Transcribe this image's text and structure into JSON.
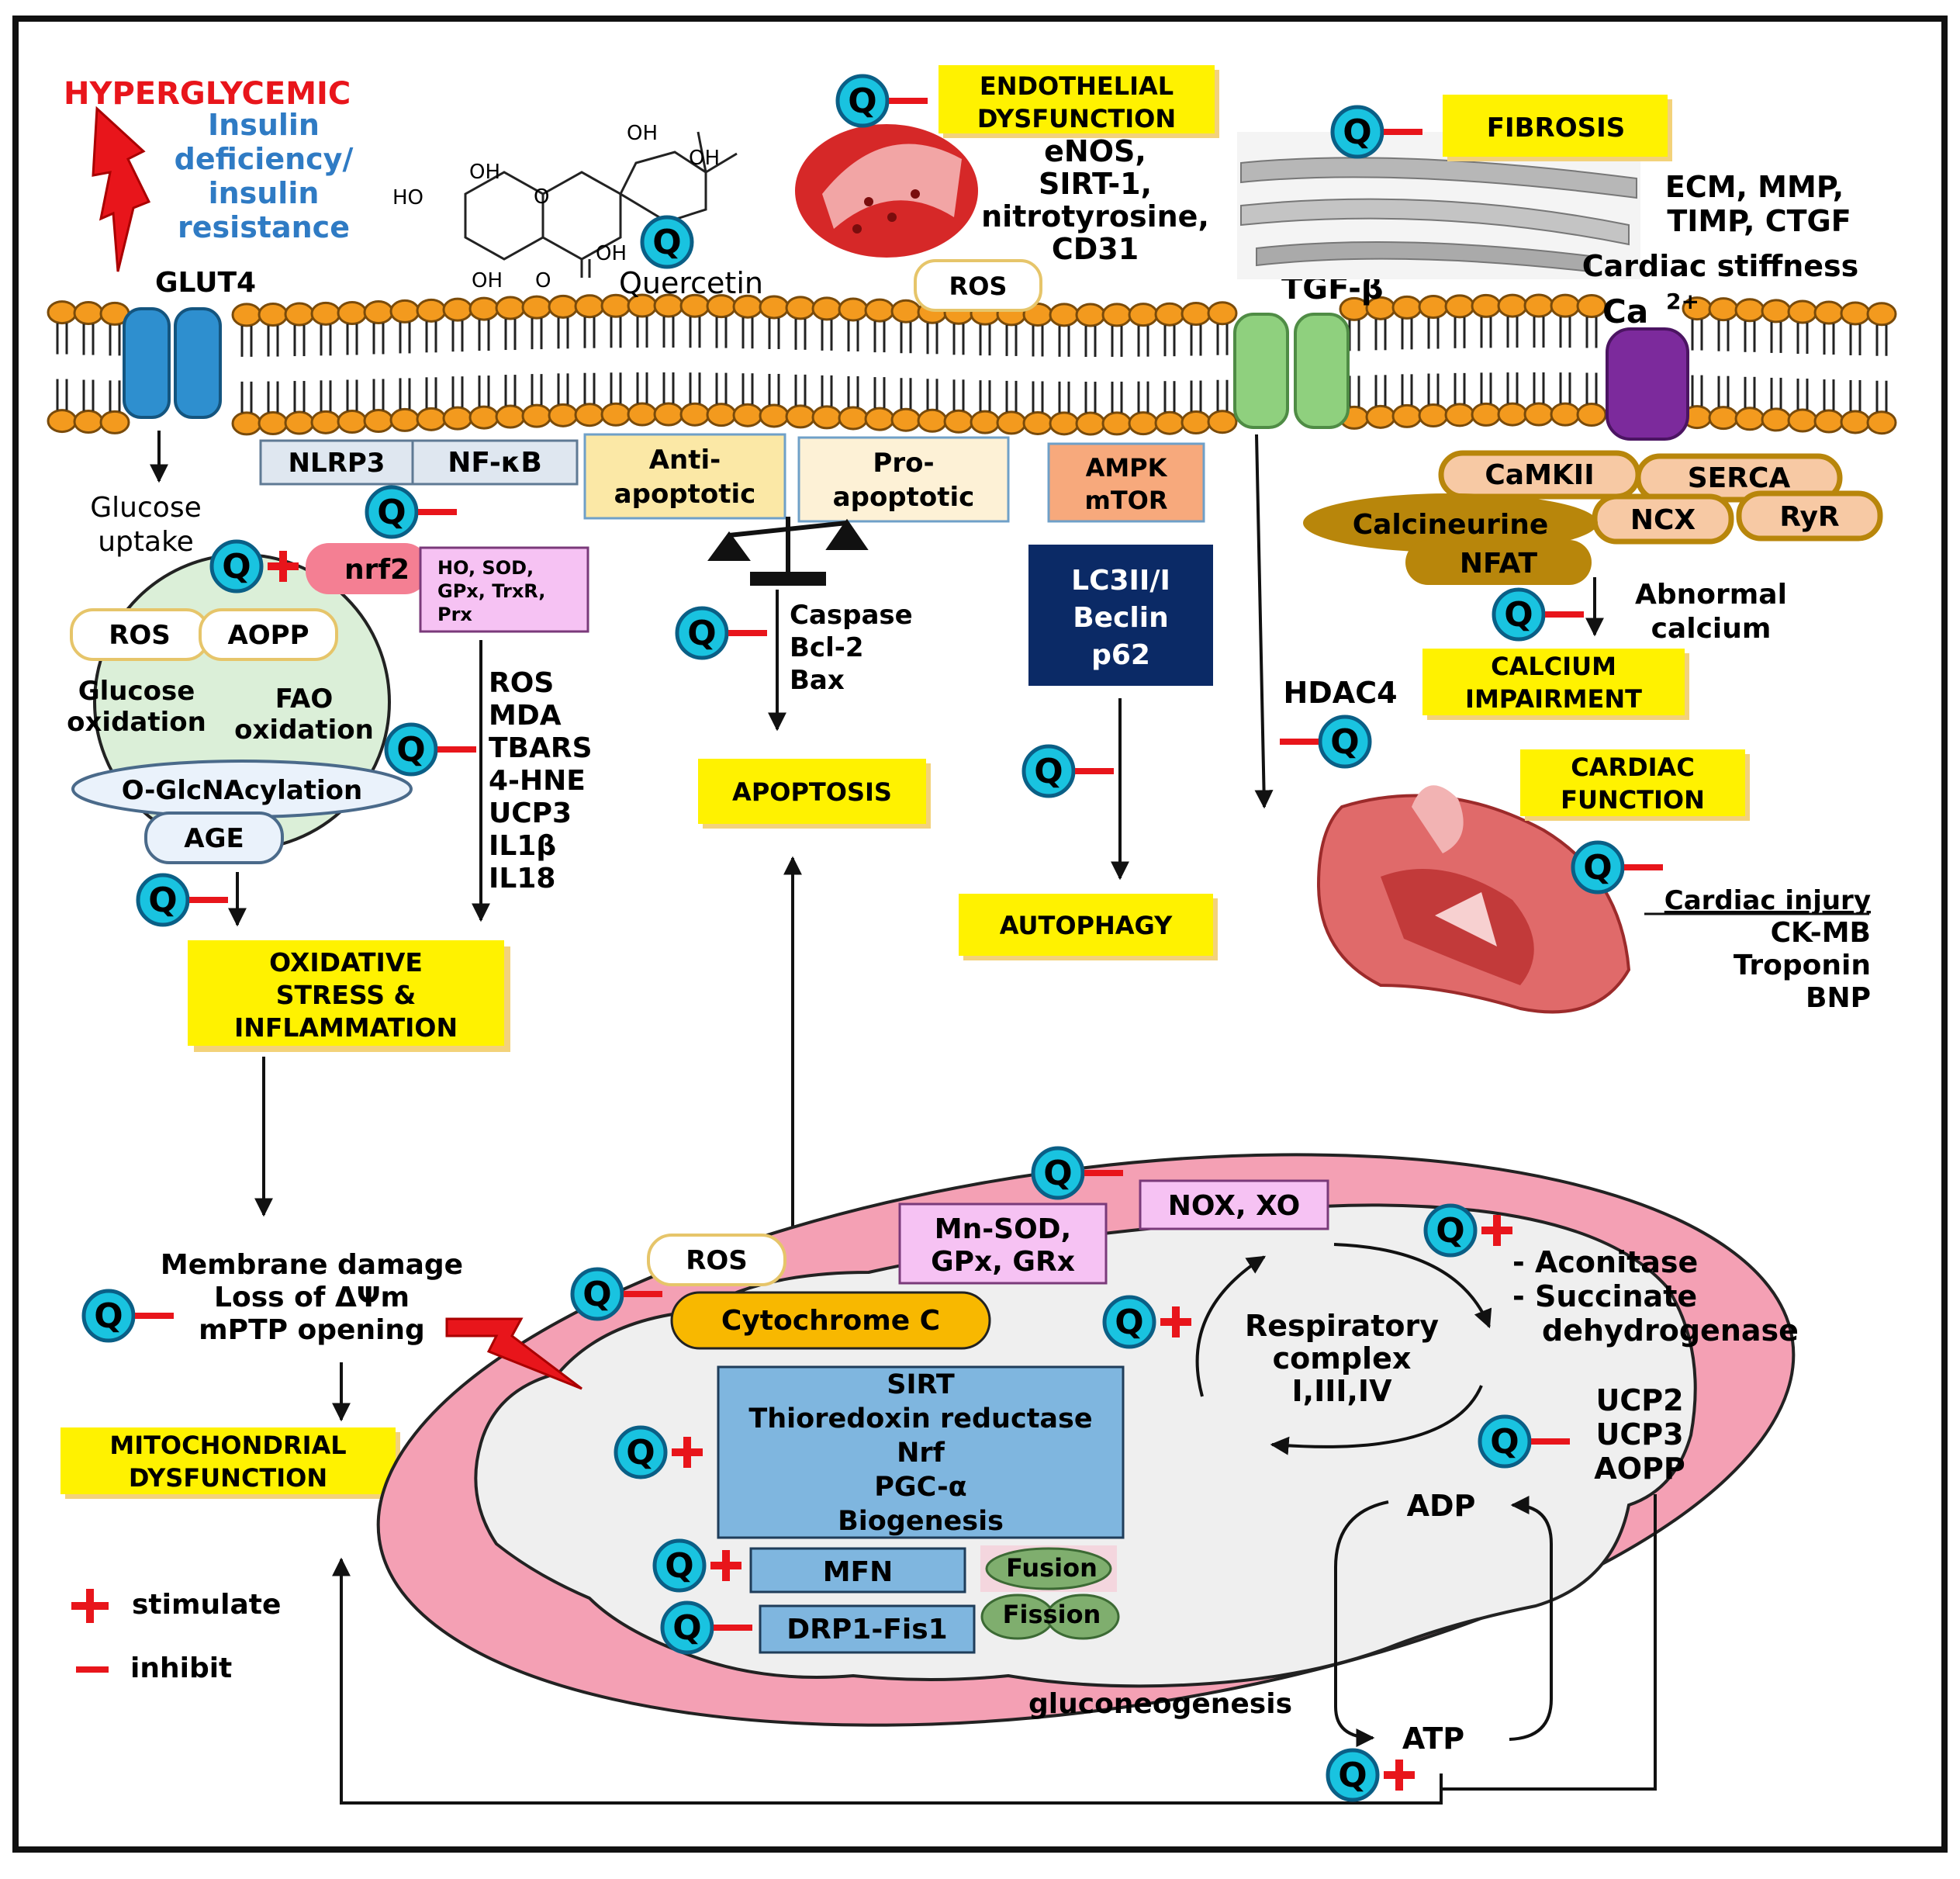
{
  "hyperglycemic": {
    "title": "HYPERGLYCEMIC",
    "lines": [
      "Insulin",
      "deficiency/",
      "insulin",
      "resistance"
    ]
  },
  "quercetin": {
    "name": "Quercetin",
    "atoms": {
      "oh1": "OH",
      "oh2": "OH",
      "oh3": "OH",
      "oh4": "OH",
      "oh5": "OH",
      "ho1": "HO",
      "o1": "O",
      "o2": "O"
    }
  },
  "membrane": {
    "glut4": "GLUT4",
    "tgf": "TGF-β",
    "ca": "Ca",
    "ca_sup": "2+",
    "ros_top": "ROS"
  },
  "endothelial": {
    "title_lines": [
      "ENDOTHELIAL",
      "DYSFUNCTION"
    ],
    "markers": [
      "eNOS,",
      "SIRT-1,",
      "nitrotyrosine,",
      "CD31"
    ]
  },
  "fibrosis": {
    "title": "FIBROSIS",
    "markers": [
      "ECM, MMP,",
      "TIMP, CTGF"
    ],
    "stiffness": "Cardiac stiffness"
  },
  "glucose": {
    "uptake_lines": [
      "Glucose",
      "uptake"
    ],
    "ros": "ROS",
    "aopp": "AOPP",
    "glucose_ox_lines": [
      "Glucose",
      "oxidation"
    ],
    "fao_lines": [
      "FAO",
      "oxidation"
    ],
    "oglc": "O-GlcNAcylation",
    "age": "AGE"
  },
  "inflammation": {
    "nlrp3": "NLRP3",
    "nfkb": "NF-κB",
    "nrf2": "nrf2",
    "antiox_lines": [
      "HO, SOD,",
      "GPx, TrxR,",
      "Prx"
    ],
    "markers": [
      "ROS",
      "MDA",
      "TBARS",
      "4-HNE",
      "UCP3",
      "IL1β",
      "IL18"
    ],
    "outcome_lines": [
      "OXIDATIVE",
      "STRESS &",
      "INFLAMMATION"
    ]
  },
  "apoptosis": {
    "anti_lines": [
      "Anti-",
      "apoptotic"
    ],
    "pro_lines": [
      "Pro-",
      "apoptotic"
    ],
    "markers": [
      "Caspase",
      "Bcl-2",
      "Bax"
    ],
    "outcome": "APOPTOSIS"
  },
  "autophagy": {
    "ampk_lines": [
      "AMPK",
      "mTOR"
    ],
    "lc3_lines": [
      "LC3II/I",
      "Beclin",
      "p62"
    ],
    "outcome": "AUTOPHAGY"
  },
  "calcium": {
    "camkii": "CaMKII",
    "serca": "SERCA",
    "calcineurine": "Calcineurine",
    "nfat": "NFAT",
    "ncx": "NCX",
    "ryr": "RyR",
    "abnormal_lines": [
      "Abnormal",
      "calcium"
    ],
    "outcome_lines": [
      "CALCIUM",
      "IMPAIRMENT"
    ],
    "hdac4": "HDAC4"
  },
  "cardiac": {
    "title_lines": [
      "CARDIAC",
      "FUNCTION"
    ],
    "injury_title": "Cardiac injury",
    "markers": [
      "CK-MB",
      "Troponin",
      "BNP"
    ]
  },
  "mitochondria": {
    "damage_lines": [
      "Membrane damage",
      "Loss of ΔΨm",
      "mPTP opening"
    ],
    "outcome_lines": [
      "MITOCHONDRIAL",
      "DYSFUNCTION"
    ],
    "ros": "ROS",
    "cytc": "Cytochrome C",
    "mnsod_lines": [
      "Mn-SOD,",
      "GPx, GRx"
    ],
    "nox": "NOX, XO",
    "tca_lines": [
      "- Aconitase",
      "- Succinate",
      "dehydrogenase"
    ],
    "resp_lines": [
      "Respiratory",
      "complex",
      "I,III,IV"
    ],
    "sirt_lines": [
      "SIRT",
      "Thioredoxin reductase",
      "Nrf",
      "PGC-α",
      "Biogenesis"
    ],
    "ucp_lines": [
      "UCP2",
      "UCP3",
      "AOPP"
    ],
    "adp": "ADP",
    "atp": "ATP",
    "mfn": "MFN",
    "drp": "DRP1-Fis1",
    "fusion": "Fusion",
    "fission": "Fission",
    "gluconeogenesis": "gluconeogenesis"
  },
  "legend": {
    "stimulate": "stimulate",
    "inhibit": "inhibit"
  },
  "q_label": "Q",
  "colors": {
    "red": "#e8151b",
    "blue_text": "#2f7bc4",
    "yellow_box": "#fff200",
    "orange_lipid": "#f39a1e",
    "q_cyan": "#19c3e0",
    "glut4": "#2e8fcf",
    "tgf_channel": "#8fd07e",
    "ca_channel": "#7c2a9c",
    "gold": "#b8860b",
    "navy": "#0b2a66",
    "mito_pink": "#f4a0b4",
    "pink_box": "#f6c2f3",
    "light_blue_box": "#7fb6df"
  }
}
